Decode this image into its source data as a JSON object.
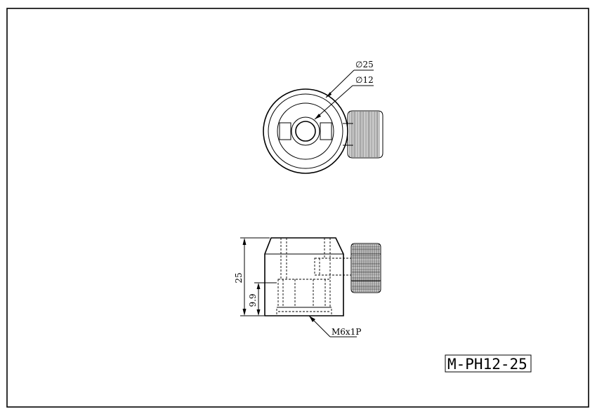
{
  "drawing": {
    "part_number": "M-PH12-25",
    "top_view": {
      "outer_diameter_label": "∅25",
      "inner_diameter_label": "∅12"
    },
    "side_view": {
      "height_label": "25",
      "thread_height_label": "9.9",
      "thread_label": "M6x1P"
    }
  }
}
